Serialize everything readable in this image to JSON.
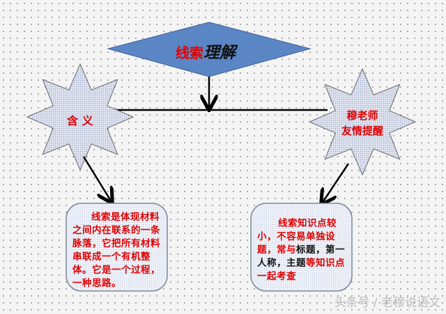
{
  "title": {
    "part1": "线索",
    "part2": "理解"
  },
  "left_star": {
    "label": "含 义"
  },
  "right_star": {
    "line1": "穆老师",
    "line2": "友情提醒"
  },
  "left_box": {
    "text": "线索是体现材料之间内在联系的一条脉落，它把所有材料串联成一个有机整体。它是一个过程，一种思路。"
  },
  "right_box": {
    "segments": [
      {
        "text": "线索知识点较小，不容易单独设题，常与",
        "color": "red"
      },
      {
        "text": "标题，第一人称，主题",
        "color": "black"
      },
      {
        "text": "等知识点一起考查",
        "color": "red"
      }
    ]
  },
  "watermark": "头条号 / 老穆说语文",
  "colors": {
    "diamond": "#5b86c5",
    "star": "#c5cbe0",
    "text_red": "#e00000"
  }
}
